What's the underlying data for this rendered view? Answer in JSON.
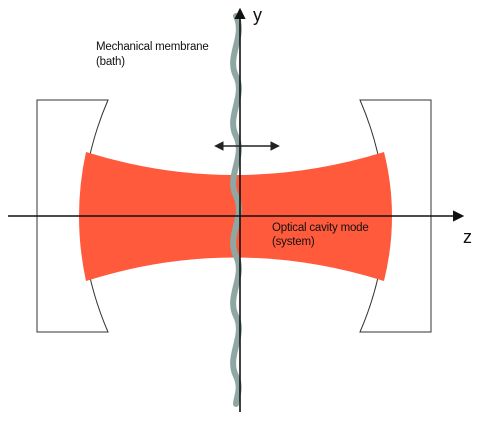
{
  "axes": {
    "y_label": "y",
    "z_label": "z"
  },
  "labels": {
    "membrane_line1": "Mechanical membrane",
    "membrane_line2": "(bath)",
    "cavity_line1": "Optical cavity mode",
    "cavity_line2": "(system)"
  },
  "colors": {
    "cavity_mode": "#ff5a3c",
    "membrane": "#8fa7a3",
    "mirror_stroke": "#333333",
    "axis": "#111111"
  },
  "icons": {
    "motion_indicator": "double-arrow-horizontal"
  }
}
